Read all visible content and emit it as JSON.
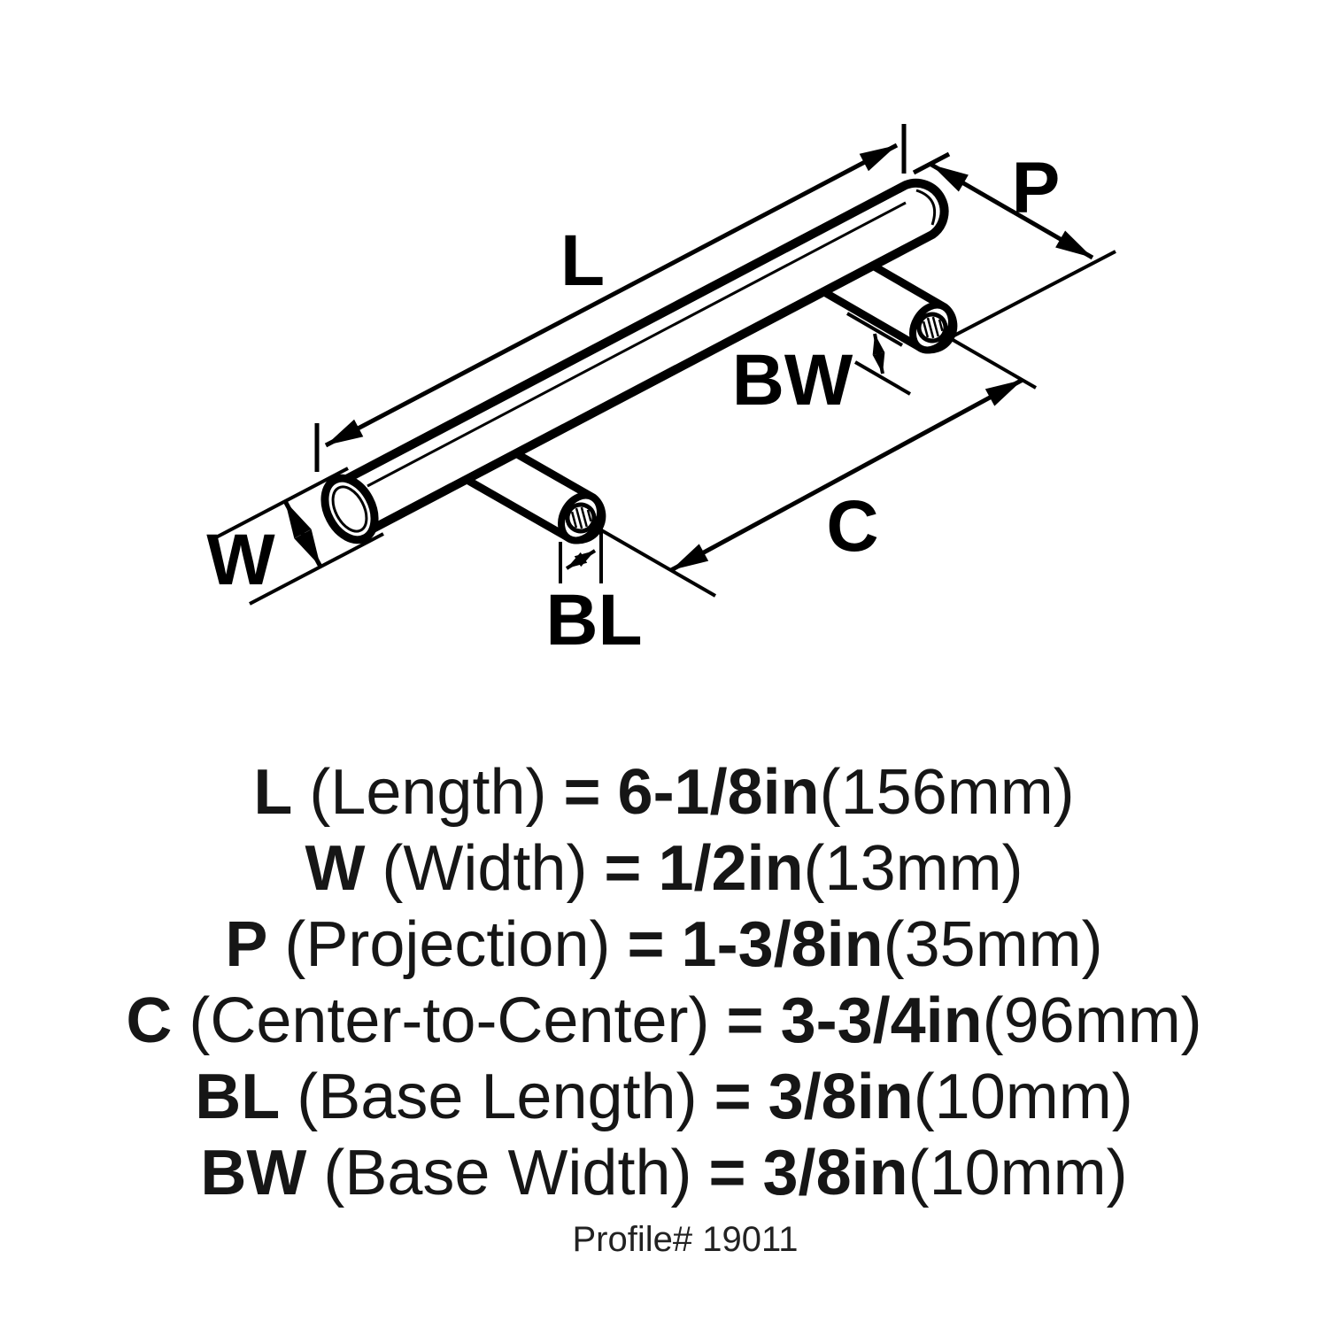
{
  "colors": {
    "ink": "#000000",
    "background": "#ffffff"
  },
  "diagram": {
    "labels": {
      "length": "L",
      "width": "W",
      "projection": "P",
      "center_to_center": "C",
      "base_width": "BW",
      "base_length": "BL"
    }
  },
  "legend": {
    "rows": [
      {
        "symbol": "L",
        "name": "(Length)",
        "equals": "=",
        "value": "6-1/8in",
        "metric": "(156mm)"
      },
      {
        "symbol": "W",
        "name": "(Width)",
        "equals": "=",
        "value": "1/2in",
        "metric": "(13mm)"
      },
      {
        "symbol": "P",
        "name": "(Projection)",
        "equals": "=",
        "value": "1-3/8in",
        "metric": "(35mm)"
      },
      {
        "symbol": "C",
        "name": "(Center-to-Center)",
        "equals": "=",
        "value": "3-3/4in",
        "metric": "(96mm)"
      },
      {
        "symbol": "BL",
        "name": "(Base Length)",
        "equals": "=",
        "value": "3/8in",
        "metric": "(10mm)"
      },
      {
        "symbol": "BW",
        "name": "(Base Width)",
        "equals": "=",
        "value": "3/8in",
        "metric": "(10mm)"
      }
    ]
  },
  "footer": {
    "profile_number": "Profile# 19011"
  }
}
